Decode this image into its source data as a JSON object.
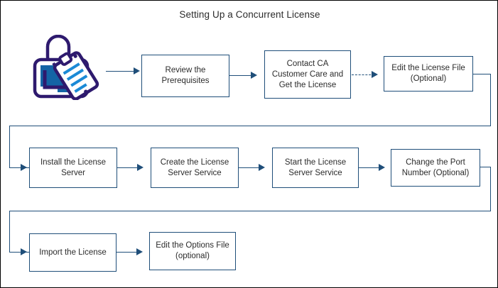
{
  "diagram": {
    "title": "Setting Up a Concurrent License",
    "type": "flowchart",
    "orientation": "left-to-right, wrapping across three rows",
    "colors": {
      "box_border": "#1f4e79",
      "connector": "#1f4e79",
      "frame_border": "#000000",
      "text": "#2b2b2b",
      "background": "#ffffff",
      "icon_outline": "#2e1a6e",
      "icon_fill": "#1464a5"
    },
    "start_icon": {
      "name": "person-with-clipboard-icon",
      "description": "Person holding a checklist clipboard"
    },
    "nodes": [
      {
        "id": "n1",
        "label": "Review the\nPrerequisites",
        "row": 1
      },
      {
        "id": "n2",
        "label": "Contact CA\nCustomer Care and\nGet the License",
        "row": 1
      },
      {
        "id": "n3",
        "label": "Edit the License File\n(Optional)",
        "row": 1,
        "optional": true
      },
      {
        "id": "n4",
        "label": "Install the License\nServer",
        "row": 2
      },
      {
        "id": "n5",
        "label": "Create the License\nServer Service",
        "row": 2
      },
      {
        "id": "n6",
        "label": "Start the License\nServer Service",
        "row": 2
      },
      {
        "id": "n7",
        "label": "Change the Port\nNumber (Optional)",
        "row": 2,
        "optional": true
      },
      {
        "id": "n8",
        "label": "Import the License",
        "row": 3
      },
      {
        "id": "n9",
        "label": "Edit the Options File\n(optional)",
        "row": 3,
        "optional": true
      }
    ],
    "edges": [
      {
        "from": "start-icon",
        "to": "n1",
        "style": "solid"
      },
      {
        "from": "n1",
        "to": "n2",
        "style": "solid"
      },
      {
        "from": "n2",
        "to": "n3",
        "style": "dashed"
      },
      {
        "from": "n3",
        "to": "n4",
        "style": "solid",
        "routing": "wrap-to-next-row"
      },
      {
        "from": "n4",
        "to": "n5",
        "style": "solid"
      },
      {
        "from": "n5",
        "to": "n6",
        "style": "solid"
      },
      {
        "from": "n6",
        "to": "n7",
        "style": "solid"
      },
      {
        "from": "n7",
        "to": "n8",
        "style": "solid",
        "routing": "wrap-to-next-row"
      },
      {
        "from": "n8",
        "to": "n9",
        "style": "solid"
      }
    ]
  }
}
